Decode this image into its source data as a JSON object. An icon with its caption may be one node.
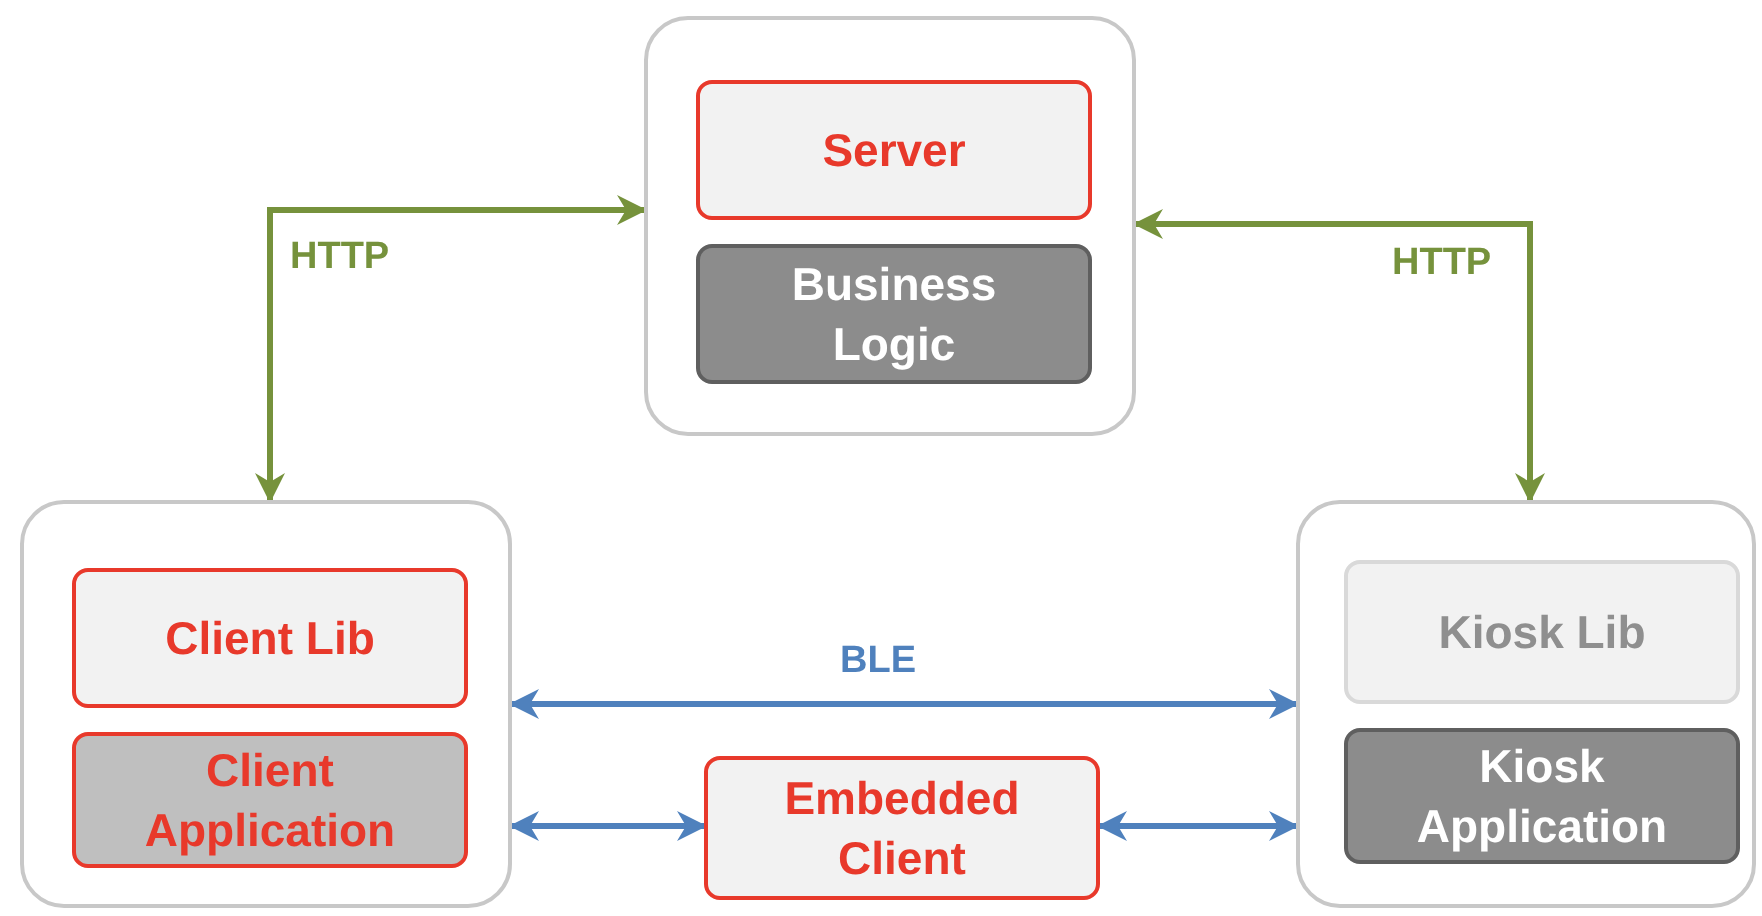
{
  "diagram": {
    "nodes": [
      {
        "text": [],
        "shape": "box"
      },
      {
        "text": [
          "Server"
        ],
        "in": 0
      },
      {
        "text": [
          "Business Logic"
        ],
        "in": 0
      },
      {
        "text": [],
        "shape": "box"
      },
      {
        "text": [
          "Client Lib"
        ],
        "in": 3
      },
      {
        "text": [
          "Client Application"
        ],
        "in": 3
      },
      {
        "text": [],
        "shape": "box"
      },
      {
        "text": [
          "Kiosk Lib"
        ],
        "in": 6
      },
      {
        "text": [
          "Kiosk Application"
        ],
        "in": 6
      },
      {
        "text": [
          "Embedded Client"
        ]
      }
    ],
    "edges": [
      {
        "from": 3,
        "to": 0,
        "arrow": "both",
        "label": "HTTP",
        "color": "#76923c"
      },
      {
        "from": 0,
        "to": 6,
        "arrow": "both",
        "label": "HTTP",
        "color": "#76923c"
      },
      {
        "from": 3,
        "to": 6,
        "arrow": "both",
        "label": "BLE",
        "color": "#4f81bd"
      },
      {
        "from": 3,
        "to": 9,
        "arrow": "both",
        "color": "#4f81bd"
      },
      {
        "from": 9,
        "to": 6,
        "arrow": "both",
        "color": "#4f81bd"
      }
    ]
  }
}
